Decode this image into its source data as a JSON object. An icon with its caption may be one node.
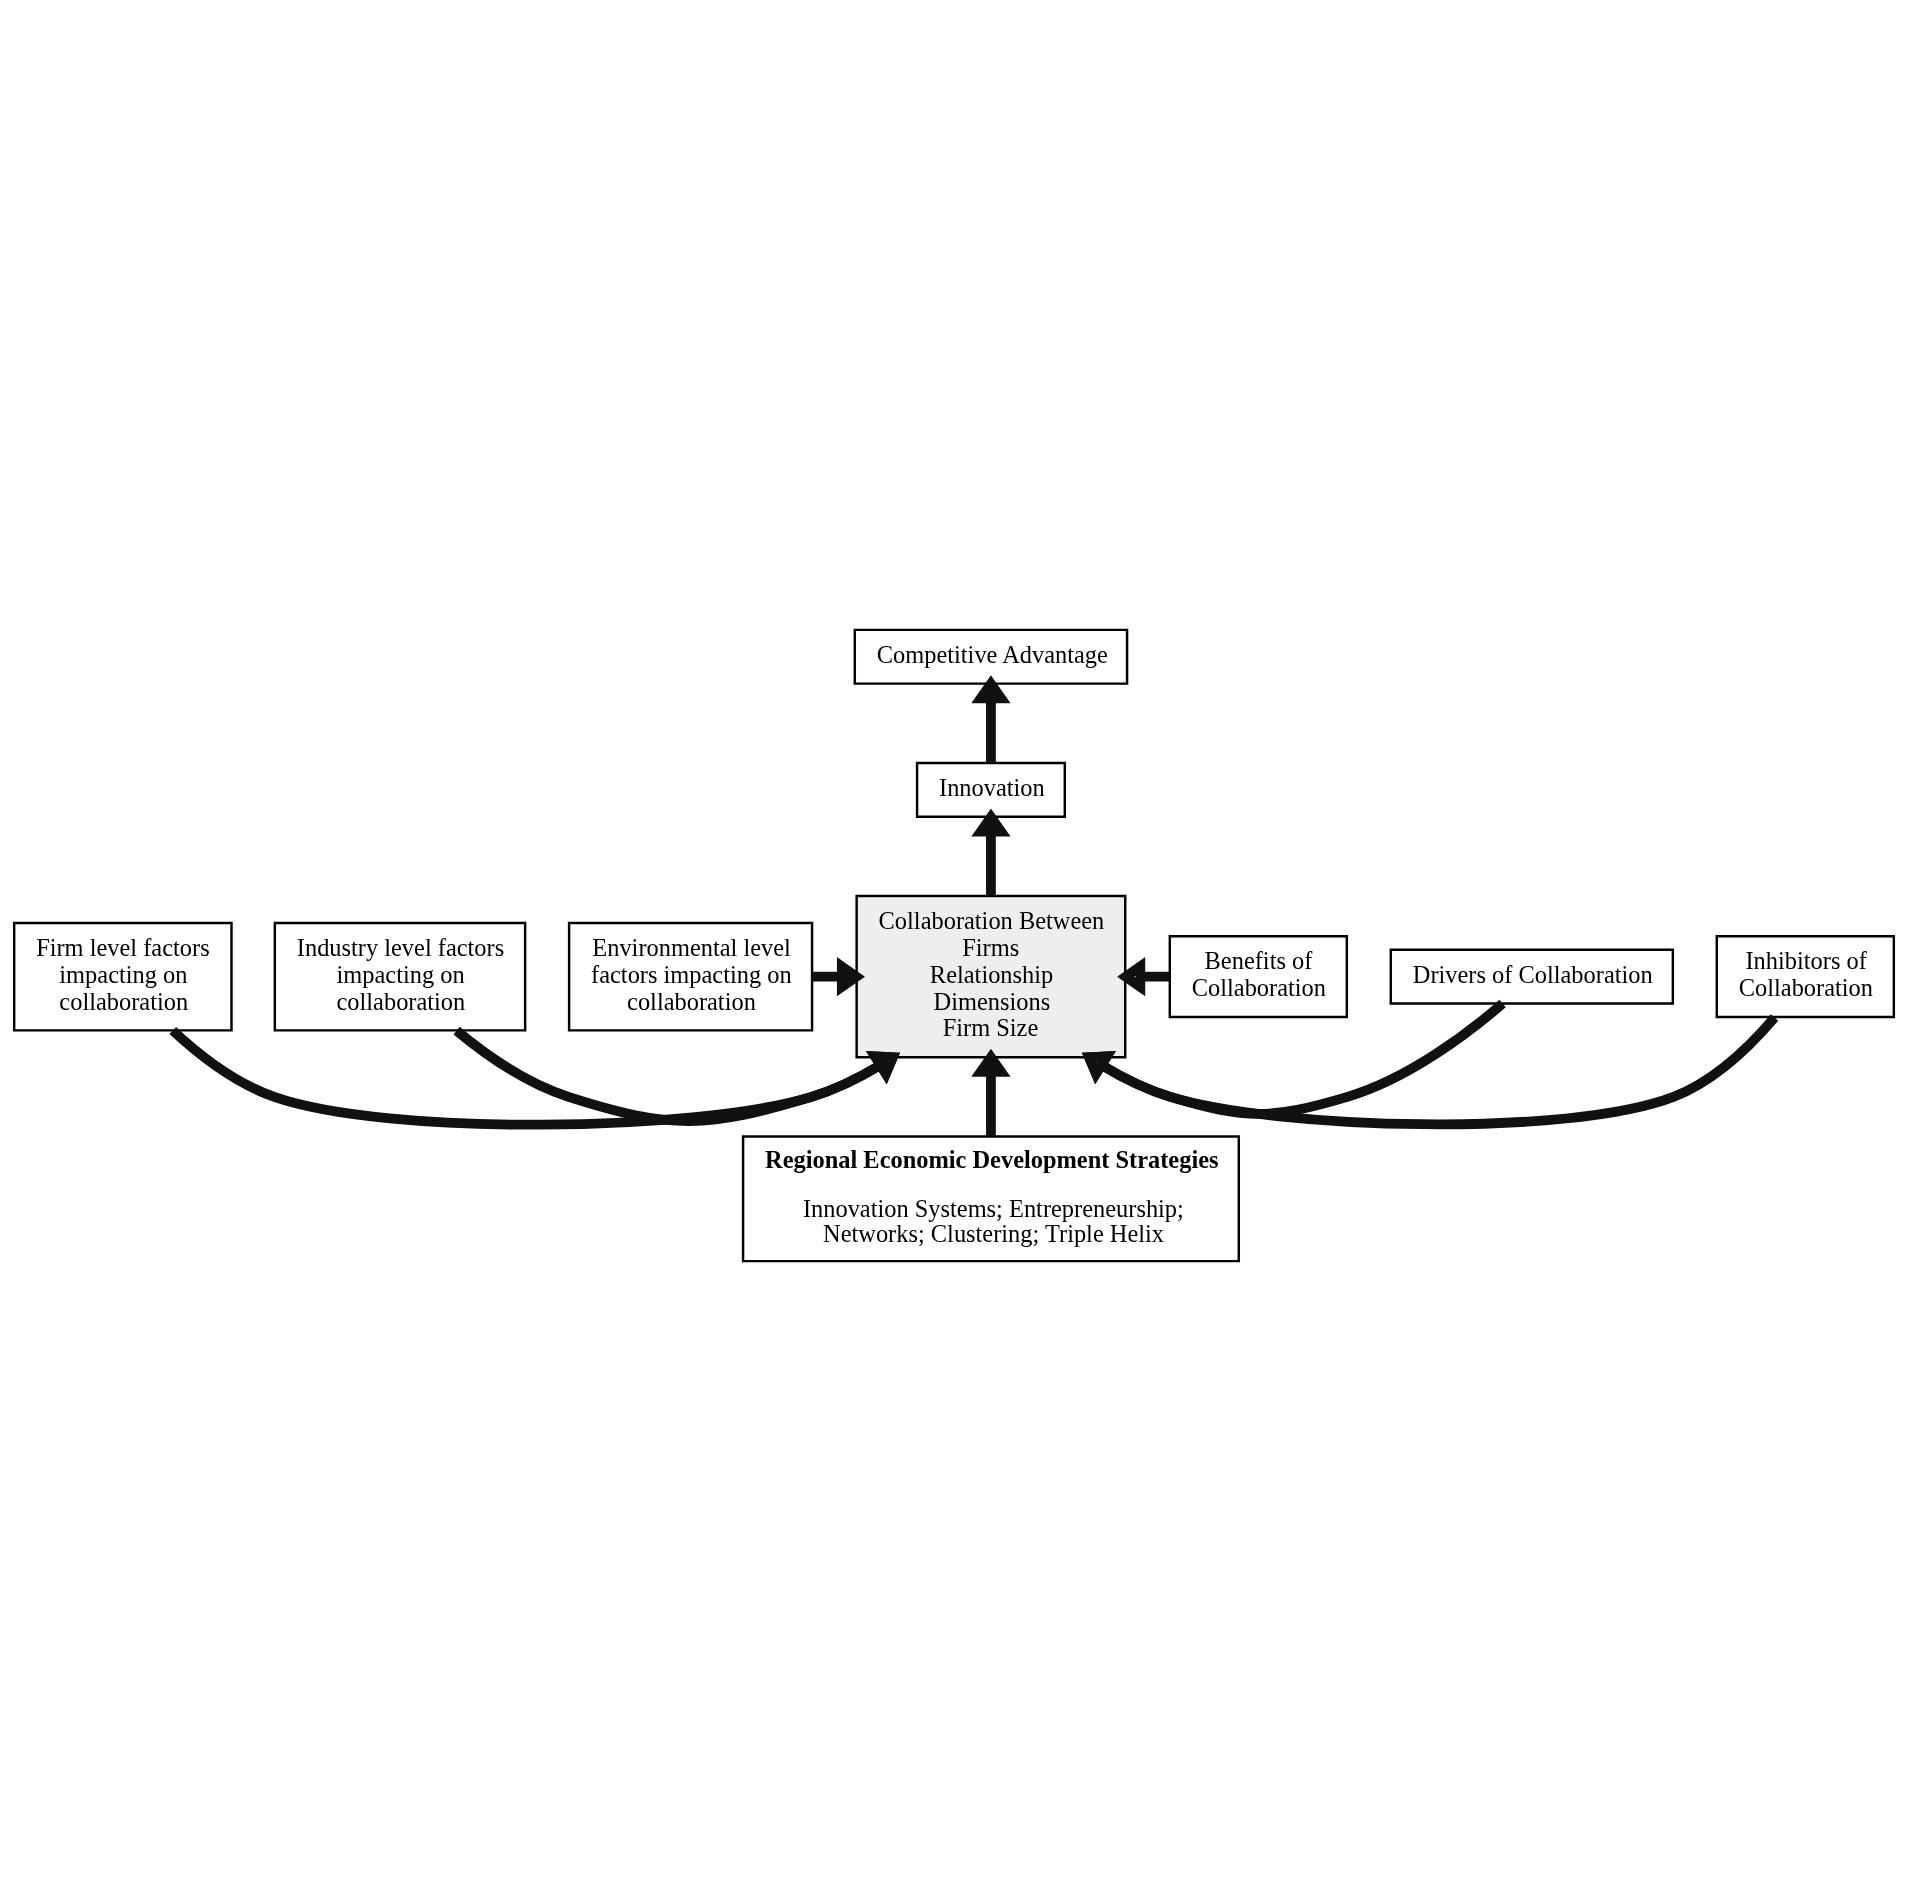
{
  "diagram": {
    "nodes": [
      {
        "text": [
          "Competitive Advantage"
        ]
      },
      {
        "text": [
          "Innovation"
        ]
      },
      {
        "text": [
          "Firm level factors impacting on collaboration"
        ]
      },
      {
        "text": [
          "Industry level factors impacting on collaboration"
        ]
      },
      {
        "text": [
          "Environmental level factors impacting on collaboration"
        ]
      },
      {
        "text": [
          "Collaboration Between Firms",
          "Relationship Dimensions",
          "Firm Size"
        ]
      },
      {
        "text": [
          "Inhibitors of Collaboration"
        ]
      },
      {
        "text": [
          "Drivers of Collaboration"
        ]
      },
      {
        "text": [
          "Benefits of Collaboration"
        ]
      },
      {
        "text": [
          "Regional Economic Development Strategies",
          "Innovation Systems; Entrepreneurship; Networks; Clustering; Triple Helix"
        ]
      }
    ],
    "edges": [
      {
        "from": 1,
        "to": 0,
        "arrow": "to"
      },
      {
        "from": 5,
        "to": 1,
        "arrow": "to"
      },
      {
        "from": 2,
        "to": 5,
        "arrow": "to"
      },
      {
        "from": 3,
        "to": 5,
        "arrow": "to"
      },
      {
        "from": 4,
        "to": 5,
        "arrow": "to"
      },
      {
        "from": 6,
        "to": 5,
        "arrow": "to"
      },
      {
        "from": 7,
        "to": 5,
        "arrow": "to"
      },
      {
        "from": 8,
        "to": 5,
        "arrow": "to"
      },
      {
        "from": 9,
        "to": 5,
        "arrow": "to"
      }
    ]
  }
}
